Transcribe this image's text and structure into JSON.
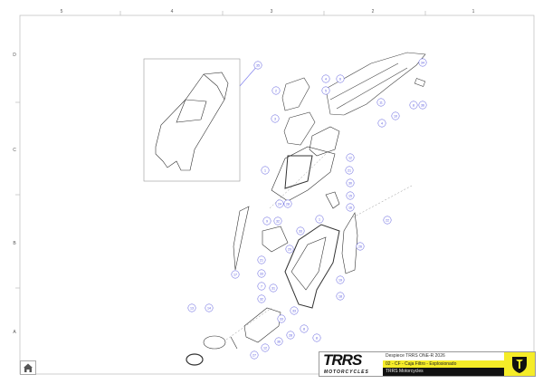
{
  "border": {
    "columns": [
      "5",
      "4",
      "3",
      "2",
      "1"
    ],
    "rows": [
      "D",
      "C",
      "B",
      "A"
    ]
  },
  "callouts": [
    "35",
    "2",
    "3",
    "4",
    "6",
    "5",
    "11",
    "10",
    "4",
    "34",
    "8",
    "36",
    "1",
    "12",
    "21",
    "30",
    "15",
    "16",
    "24",
    "28",
    "1",
    "9",
    "32",
    "33",
    "29",
    "21",
    "33",
    "7",
    "32",
    "33",
    "8",
    "18",
    "19",
    "26",
    "22",
    "17",
    "13",
    "14",
    "31",
    "33",
    "28",
    "36",
    "12",
    "27",
    "8"
  ],
  "title_block": {
    "logo_text": "TRRS",
    "logo_sub": "MOTORCYCLES",
    "line1": "Despiece TRRS ONE-R 2026",
    "line2": "02 - CF - Caja Filtro - Explosionado",
    "line3": "TRRS Motorcycles"
  },
  "colors": {
    "accent": "#f5ec28",
    "callout": "#5555dd"
  },
  "home_icon": "home-icon"
}
